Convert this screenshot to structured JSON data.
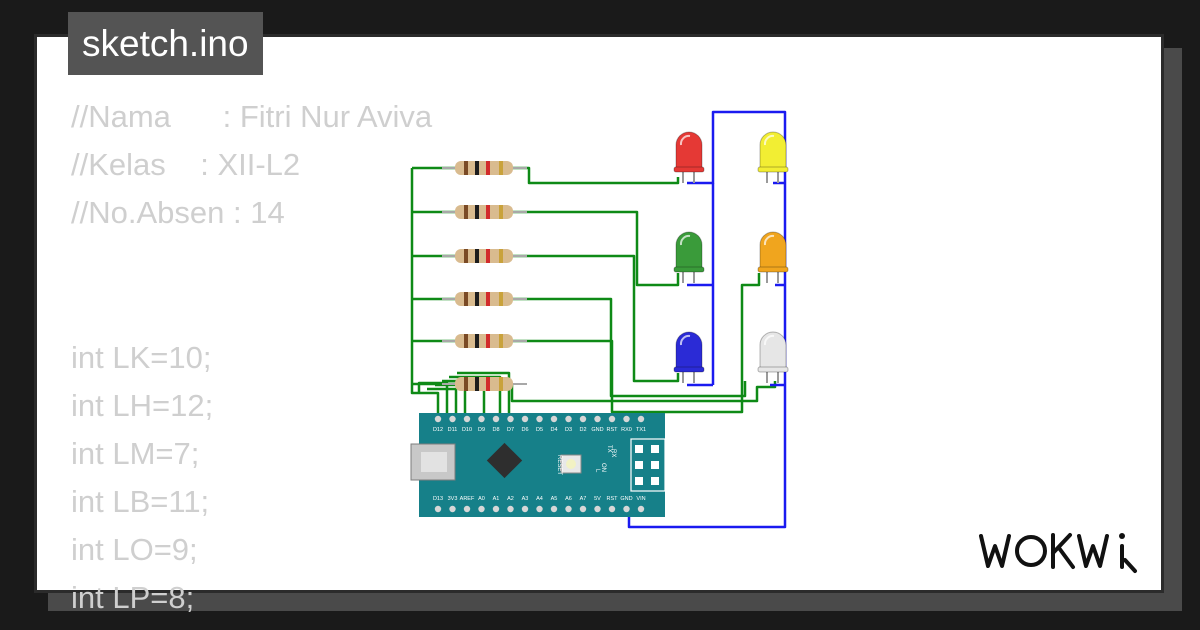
{
  "header": {
    "title": "sketch.ino"
  },
  "code": {
    "lines": [
      "//Nama      : Fitri Nur Aviva",
      "//Kelas    : XII-L2",
      "//No.Absen : 14",
      "",
      "",
      "int LK=10;",
      "int LH=12;",
      "int LM=7;",
      "int LB=11;",
      "int LO=9;",
      "int LP=8;"
    ]
  },
  "board": {
    "top_pins": [
      "D12",
      "D11",
      "D10",
      "D9",
      "D8",
      "D7",
      "D6",
      "D5",
      "D4",
      "D3",
      "D2",
      "GND",
      "RST",
      "RX0",
      "TX1"
    ],
    "bottom_pins": [
      "D13",
      "3V3",
      "AREF",
      "A0",
      "A1",
      "A2",
      "A3",
      "A4",
      "A5",
      "A6",
      "A7",
      "5V",
      "RST",
      "GND",
      "VIN"
    ],
    "labels": [
      "RESET",
      "TX",
      "RX",
      "ON",
      "L"
    ]
  },
  "leds": [
    {
      "color": "#e53935",
      "name": "red-led"
    },
    {
      "color": "#f2ee33",
      "name": "yellow-led"
    },
    {
      "color": "#3a9b3a",
      "name": "green-led"
    },
    {
      "color": "#f0a51e",
      "name": "orange-led"
    },
    {
      "color": "#2b2bd6",
      "name": "blue-led"
    },
    {
      "color": "#e6e6e6",
      "name": "white-led"
    }
  ],
  "wire_colors": {
    "signal": "#0e8a16",
    "ground": "#1a1af0"
  },
  "brand": {
    "logo": "WOKWi"
  }
}
